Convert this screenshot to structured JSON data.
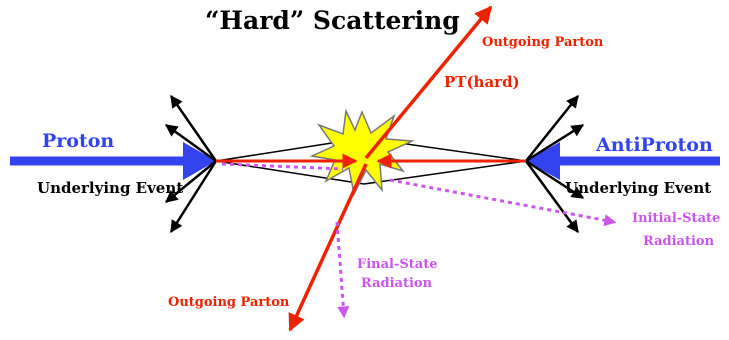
{
  "title": "“Hard” Scattering",
  "labels": {
    "proton": "Proton",
    "antiproton": "AntiProton",
    "underlying_event_left": "Underlying Event",
    "underlying_event_right": "Underlying Event",
    "outgoing_parton_top": "Outgoing Parton",
    "outgoing_parton_bottom": "Outgoing Parton",
    "pt_hard": "PT(hard)",
    "initial_state_radiation_line1": "Initial-State",
    "initial_state_radiation_line2": "Radiation",
    "final_state_radiation_line1": "Final-State",
    "final_state_radiation_line2": "Radiation"
  },
  "colors": {
    "beam": "#3344ee",
    "parton": "#ee2200",
    "radiation": "#cc55ee",
    "underlying": "#000000",
    "burst_fill": "#ffff00",
    "burst_stroke": "#777777",
    "text": "#000000"
  }
}
